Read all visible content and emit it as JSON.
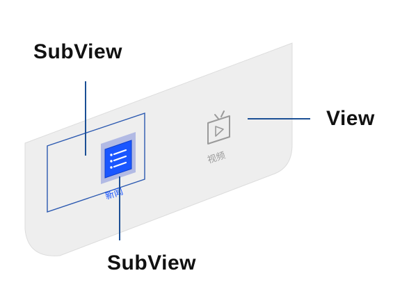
{
  "callouts": {
    "top": "SubView",
    "right": "View",
    "bottom": "SubView"
  },
  "tabs": [
    {
      "label": "新闻",
      "icon": "news-list-icon",
      "active": true
    },
    {
      "label": "视频",
      "icon": "tv-play-icon",
      "active": false
    }
  ],
  "colors": {
    "panel": "#eeeeee",
    "panel_edge": "#dcdcdc",
    "frame": "#2a58b0",
    "leader": "#1b4f95",
    "highlight": "#9ea8e0",
    "active_icon_bg": "#1a56ff",
    "active_label": "#1a56ff",
    "inactive": "#9a9a9a",
    "callout_text": "#111111"
  }
}
